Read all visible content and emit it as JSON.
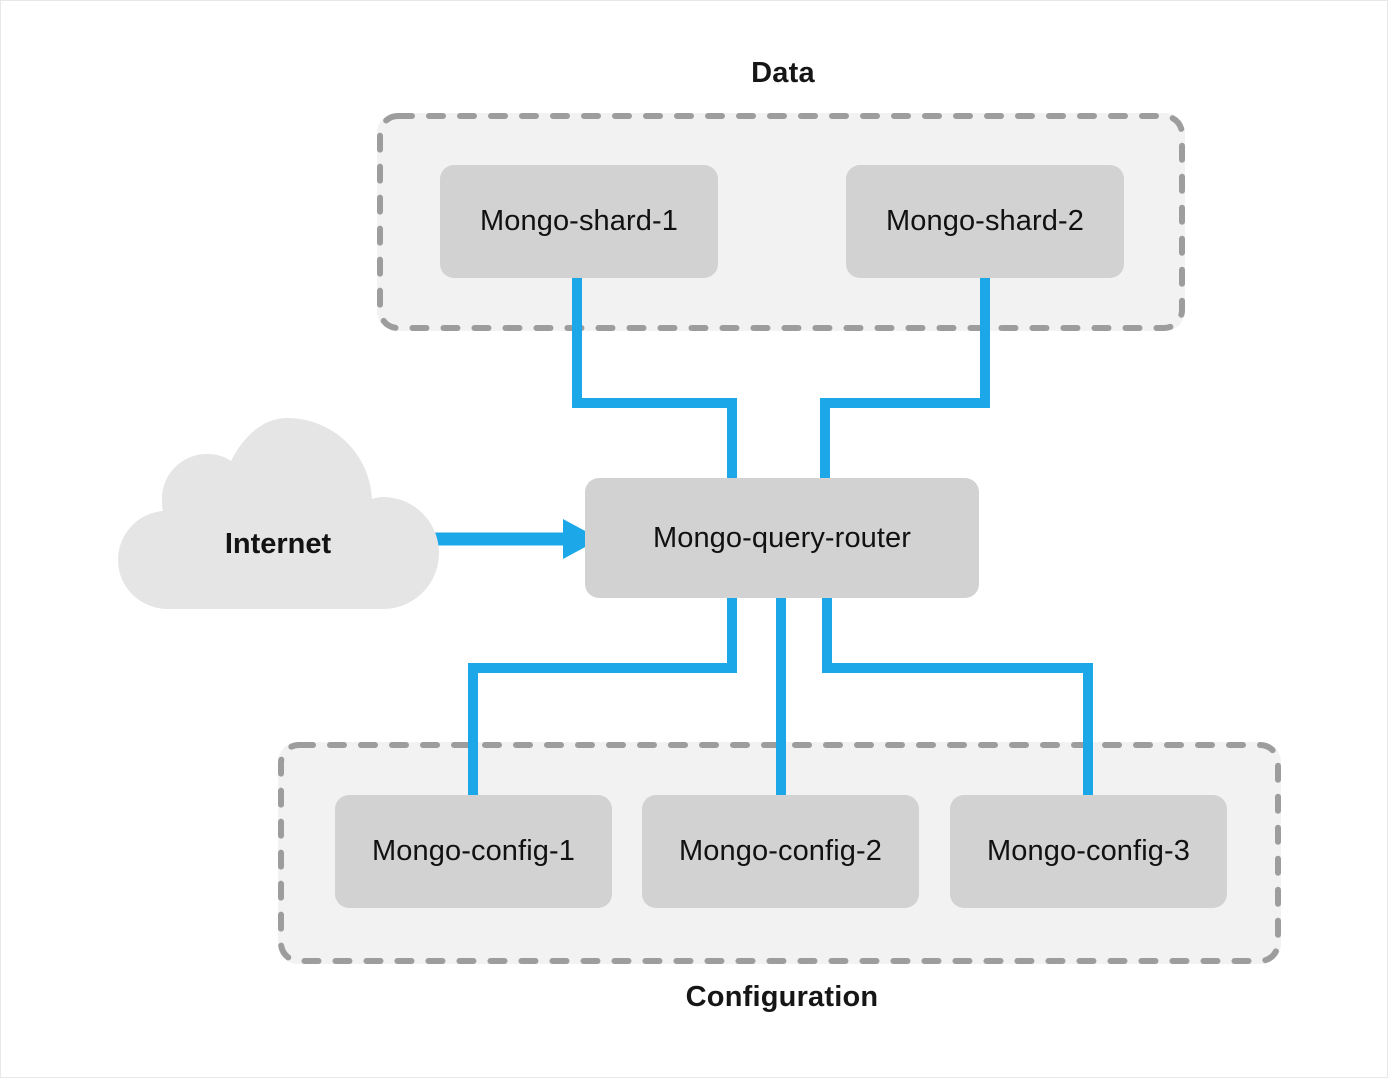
{
  "diagram": {
    "title_data": "Data",
    "title_configuration": "Configuration",
    "colors": {
      "link": "#1BA7E8",
      "node_fill": "#D2D2D3",
      "group_fill": "#F2F2F3",
      "group_border": "#9D9D9D",
      "cloud_fill": "#E5E5E6",
      "text": "#111111",
      "background": "#FFFFFF"
    }
  },
  "data_group": {
    "label": "Data",
    "nodes": [
      {
        "id": "mongo-shard-1",
        "label": "Mongo-shard-1"
      },
      {
        "id": "mongo-shard-2",
        "label": "Mongo-shard-2"
      }
    ]
  },
  "router": {
    "label": "Mongo-query-router"
  },
  "internet": {
    "label": "Internet",
    "icon": "cloud-icon"
  },
  "config_group": {
    "label": "Configuration",
    "nodes": [
      {
        "id": "mongo-config-1",
        "label": "Mongo-config-1"
      },
      {
        "id": "mongo-config-2",
        "label": "Mongo-config-2"
      },
      {
        "id": "mongo-config-3",
        "label": "Mongo-config-3"
      }
    ]
  },
  "connections": [
    {
      "from": "Mongo-shard-1",
      "to": "Mongo-query-router",
      "style": "orthogonal"
    },
    {
      "from": "Mongo-shard-2",
      "to": "Mongo-query-router",
      "style": "orthogonal"
    },
    {
      "from": "Internet",
      "to": "Mongo-query-router",
      "style": "arrow"
    },
    {
      "from": "Mongo-query-router",
      "to": "Mongo-config-1",
      "style": "orthogonal"
    },
    {
      "from": "Mongo-query-router",
      "to": "Mongo-config-2",
      "style": "straight"
    },
    {
      "from": "Mongo-query-router",
      "to": "Mongo-config-3",
      "style": "orthogonal"
    }
  ]
}
